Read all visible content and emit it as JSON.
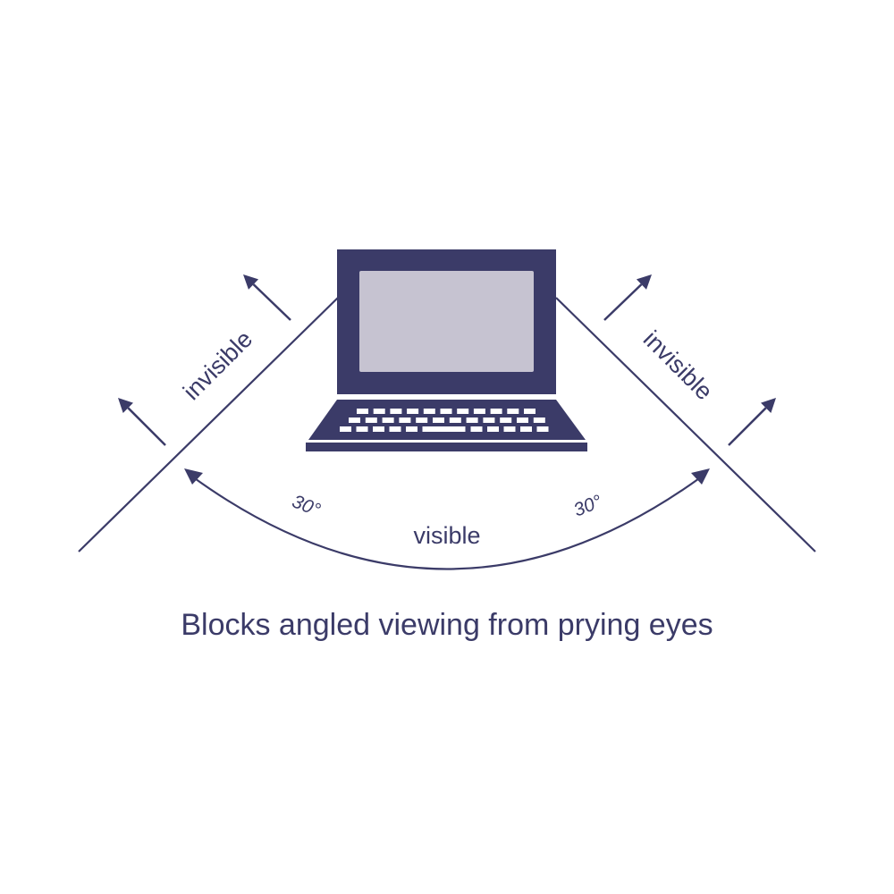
{
  "labels": {
    "invisible_left": "invisible",
    "invisible_right": "invisible",
    "angle_left": "30°",
    "angle_right": "30°",
    "visible": "visible"
  },
  "caption": "Blocks angled viewing from prying eyes",
  "colors": {
    "ink": "#3b3b68",
    "screen": "#c6c3d1",
    "keys": "#ffffff"
  }
}
